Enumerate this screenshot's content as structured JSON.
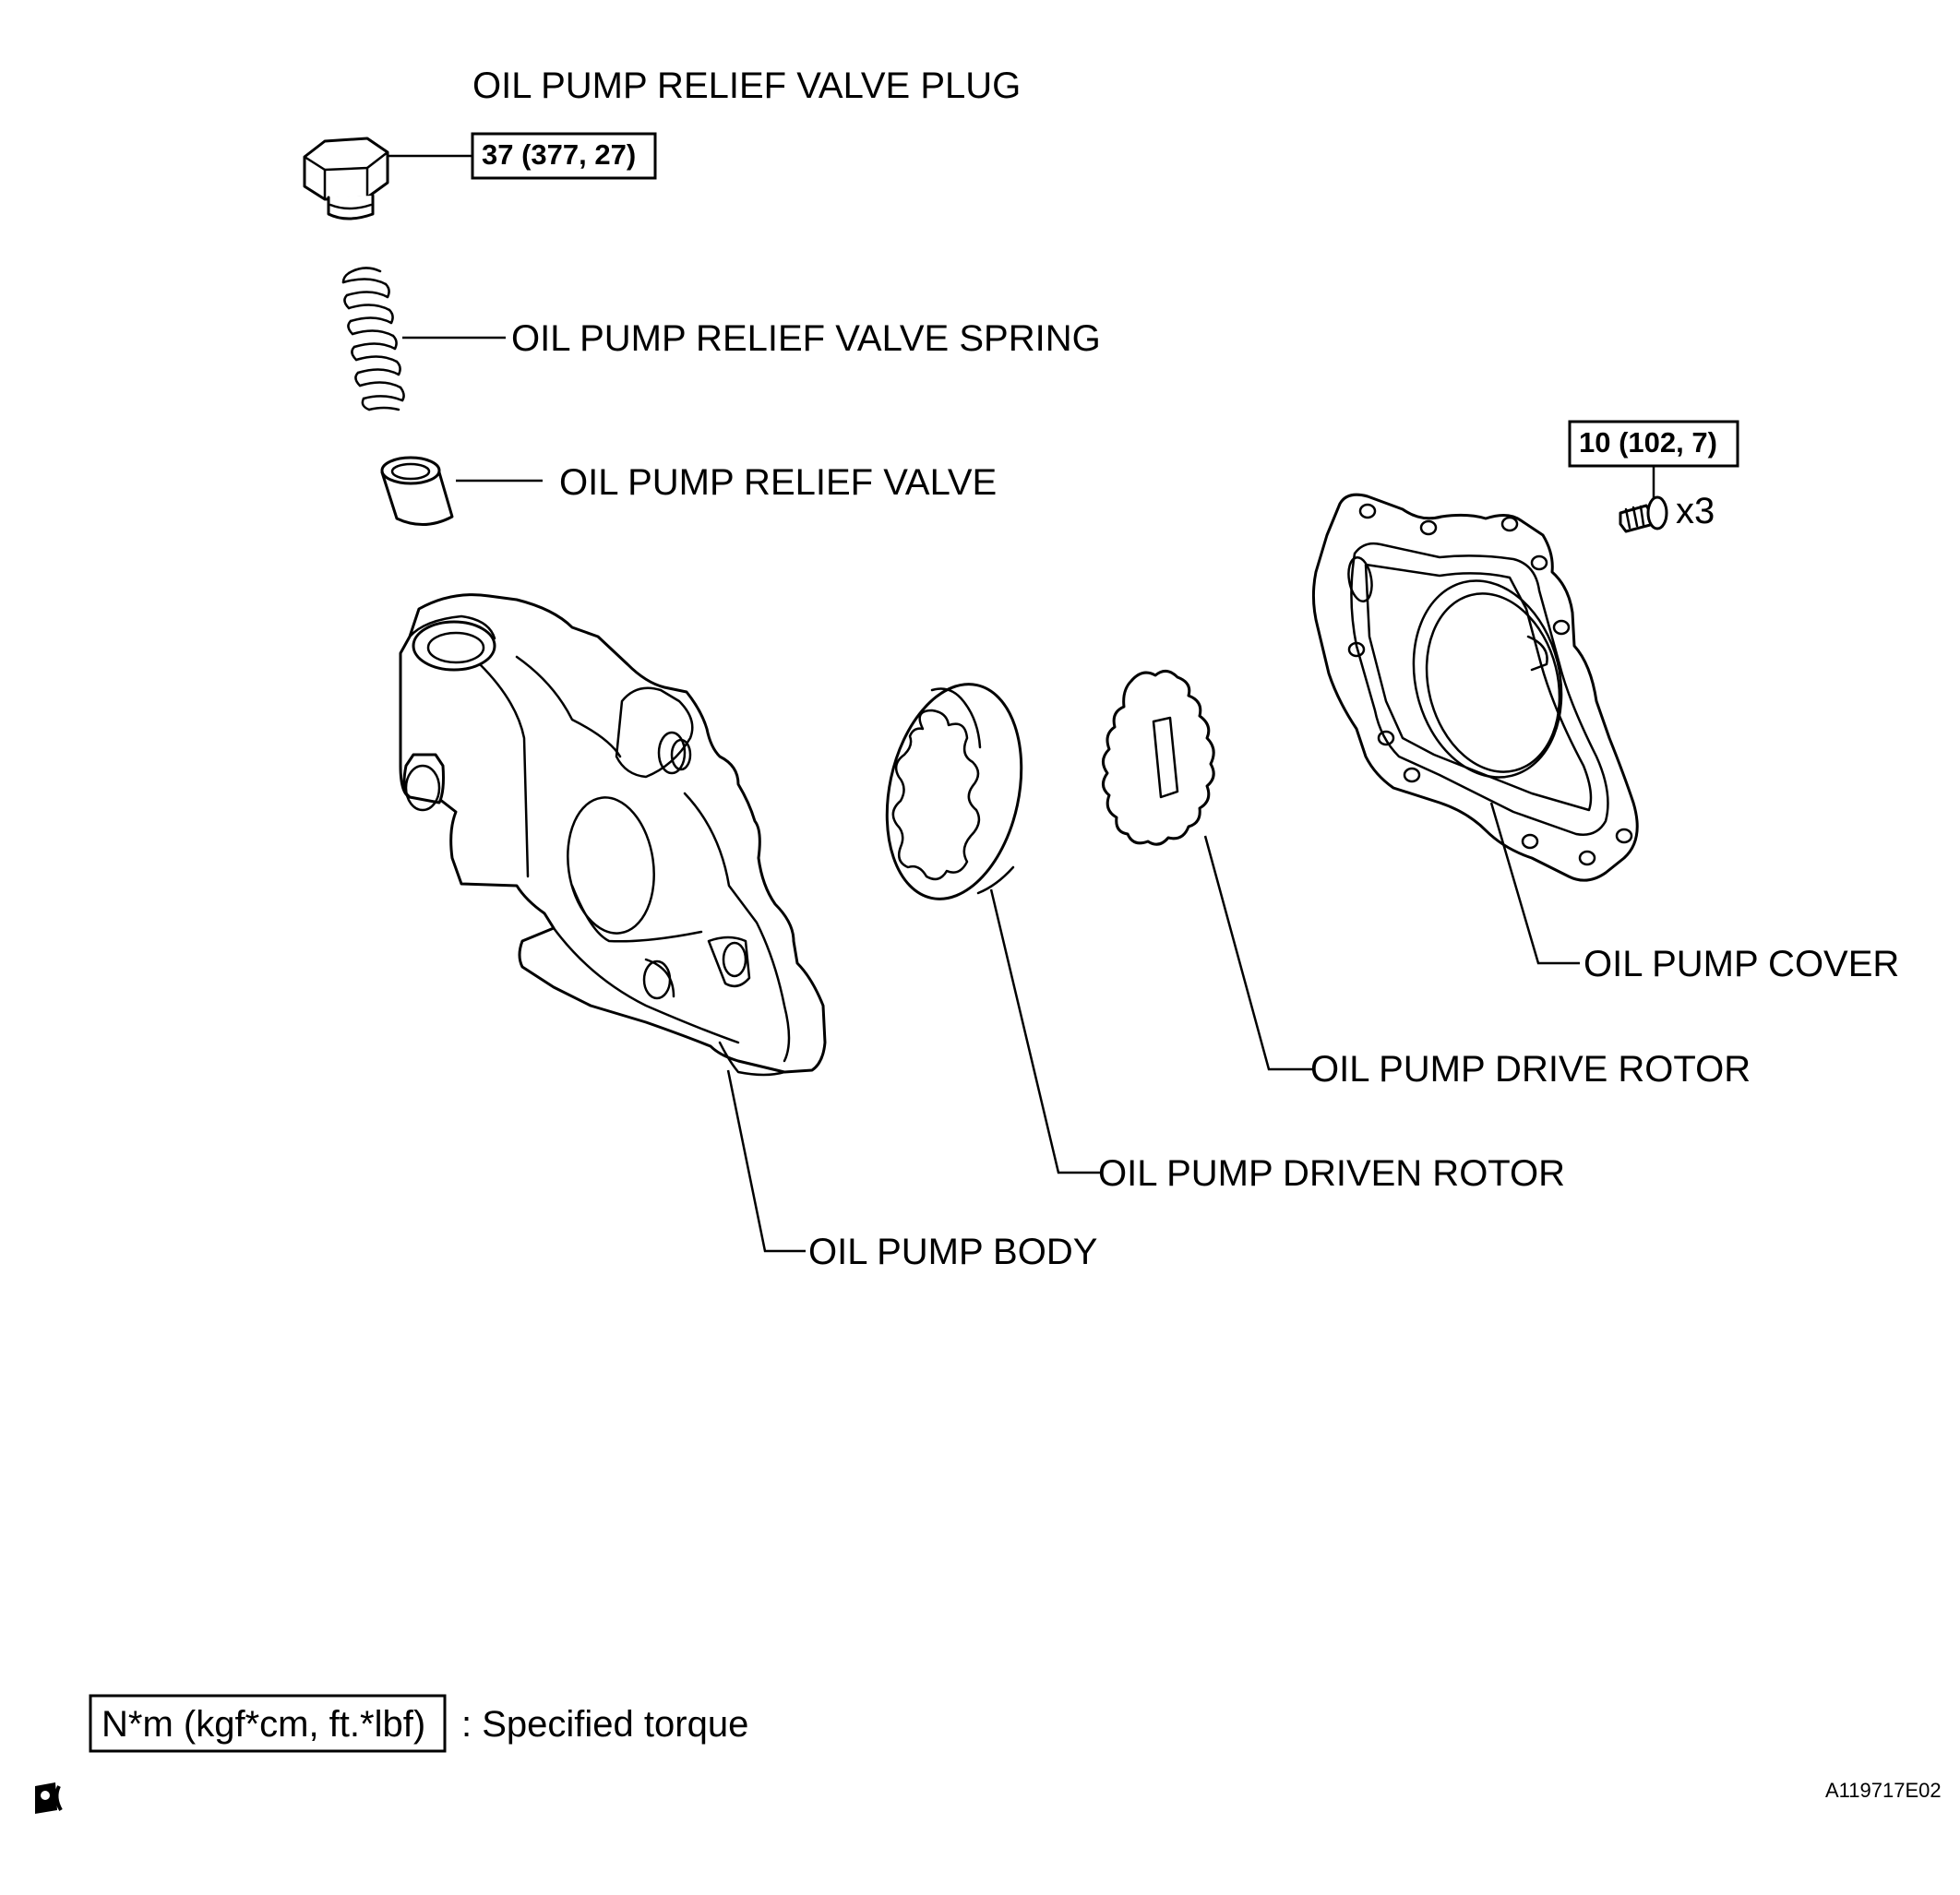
{
  "labels": {
    "relief_valve_plug": "OIL PUMP RELIEF VALVE PLUG",
    "relief_valve_spring": "OIL PUMP RELIEF VALVE SPRING",
    "relief_valve": "OIL PUMP RELIEF VALVE",
    "pump_cover": "OIL PUMP COVER",
    "drive_rotor": "OIL PUMP DRIVE ROTOR",
    "driven_rotor": "OIL PUMP DRIVEN ROTOR",
    "pump_body": "OIL PUMP BODY"
  },
  "torques": {
    "plug": "37 (377, 27)",
    "cover_bolt": "10 (102, 7)"
  },
  "quantity": {
    "cover_bolt": "x3"
  },
  "legend": {
    "unit": "N*m (kgf*cm, ft.*lbf)",
    "text": ": Specified torque"
  },
  "figure_code": "A119717E02"
}
